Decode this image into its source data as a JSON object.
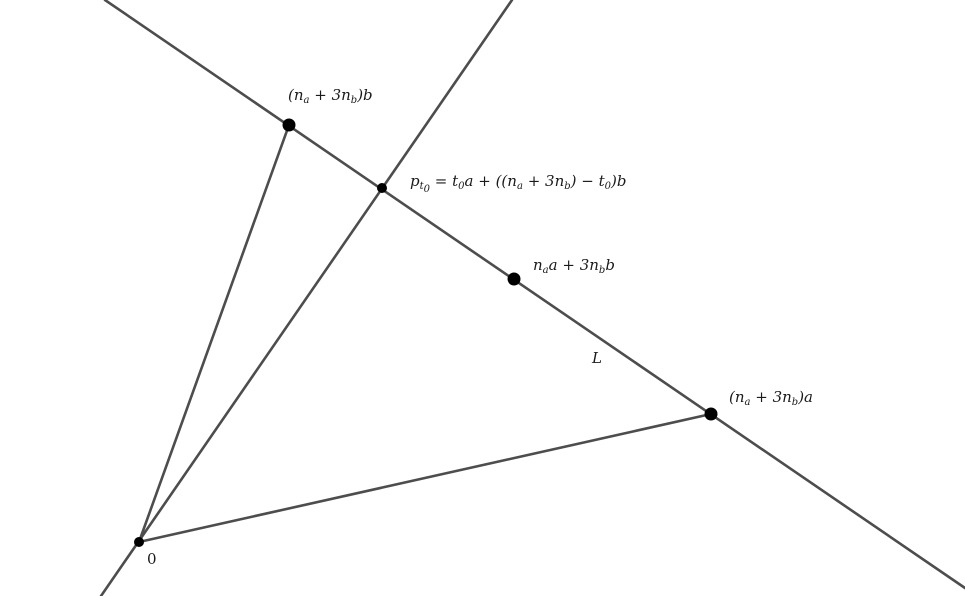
{
  "diagram": {
    "labels": {
      "b_point": {
        "pre": "(n",
        "s1": "a",
        "mid": " + 3n",
        "s2": "b",
        "post": ")b"
      },
      "p_t0": {
        "a": "p",
        "s1": "t",
        "s1s": "0",
        "b": " = t",
        "s2": "0",
        "c": "a + ((n",
        "s3": "a",
        "d": " + 3n",
        "s4": "b",
        "e": ") − t",
        "s5": "0",
        "f": ")b"
      },
      "mid_point": {
        "a": "n",
        "s1": "a",
        "b": "a + 3n",
        "s2": "b",
        "c": "b"
      },
      "line_name": "L",
      "a_point": {
        "pre": "(n",
        "s1": "a",
        "mid": " + 3n",
        "s2": "b",
        "post": ")a"
      },
      "origin": "0"
    }
  }
}
